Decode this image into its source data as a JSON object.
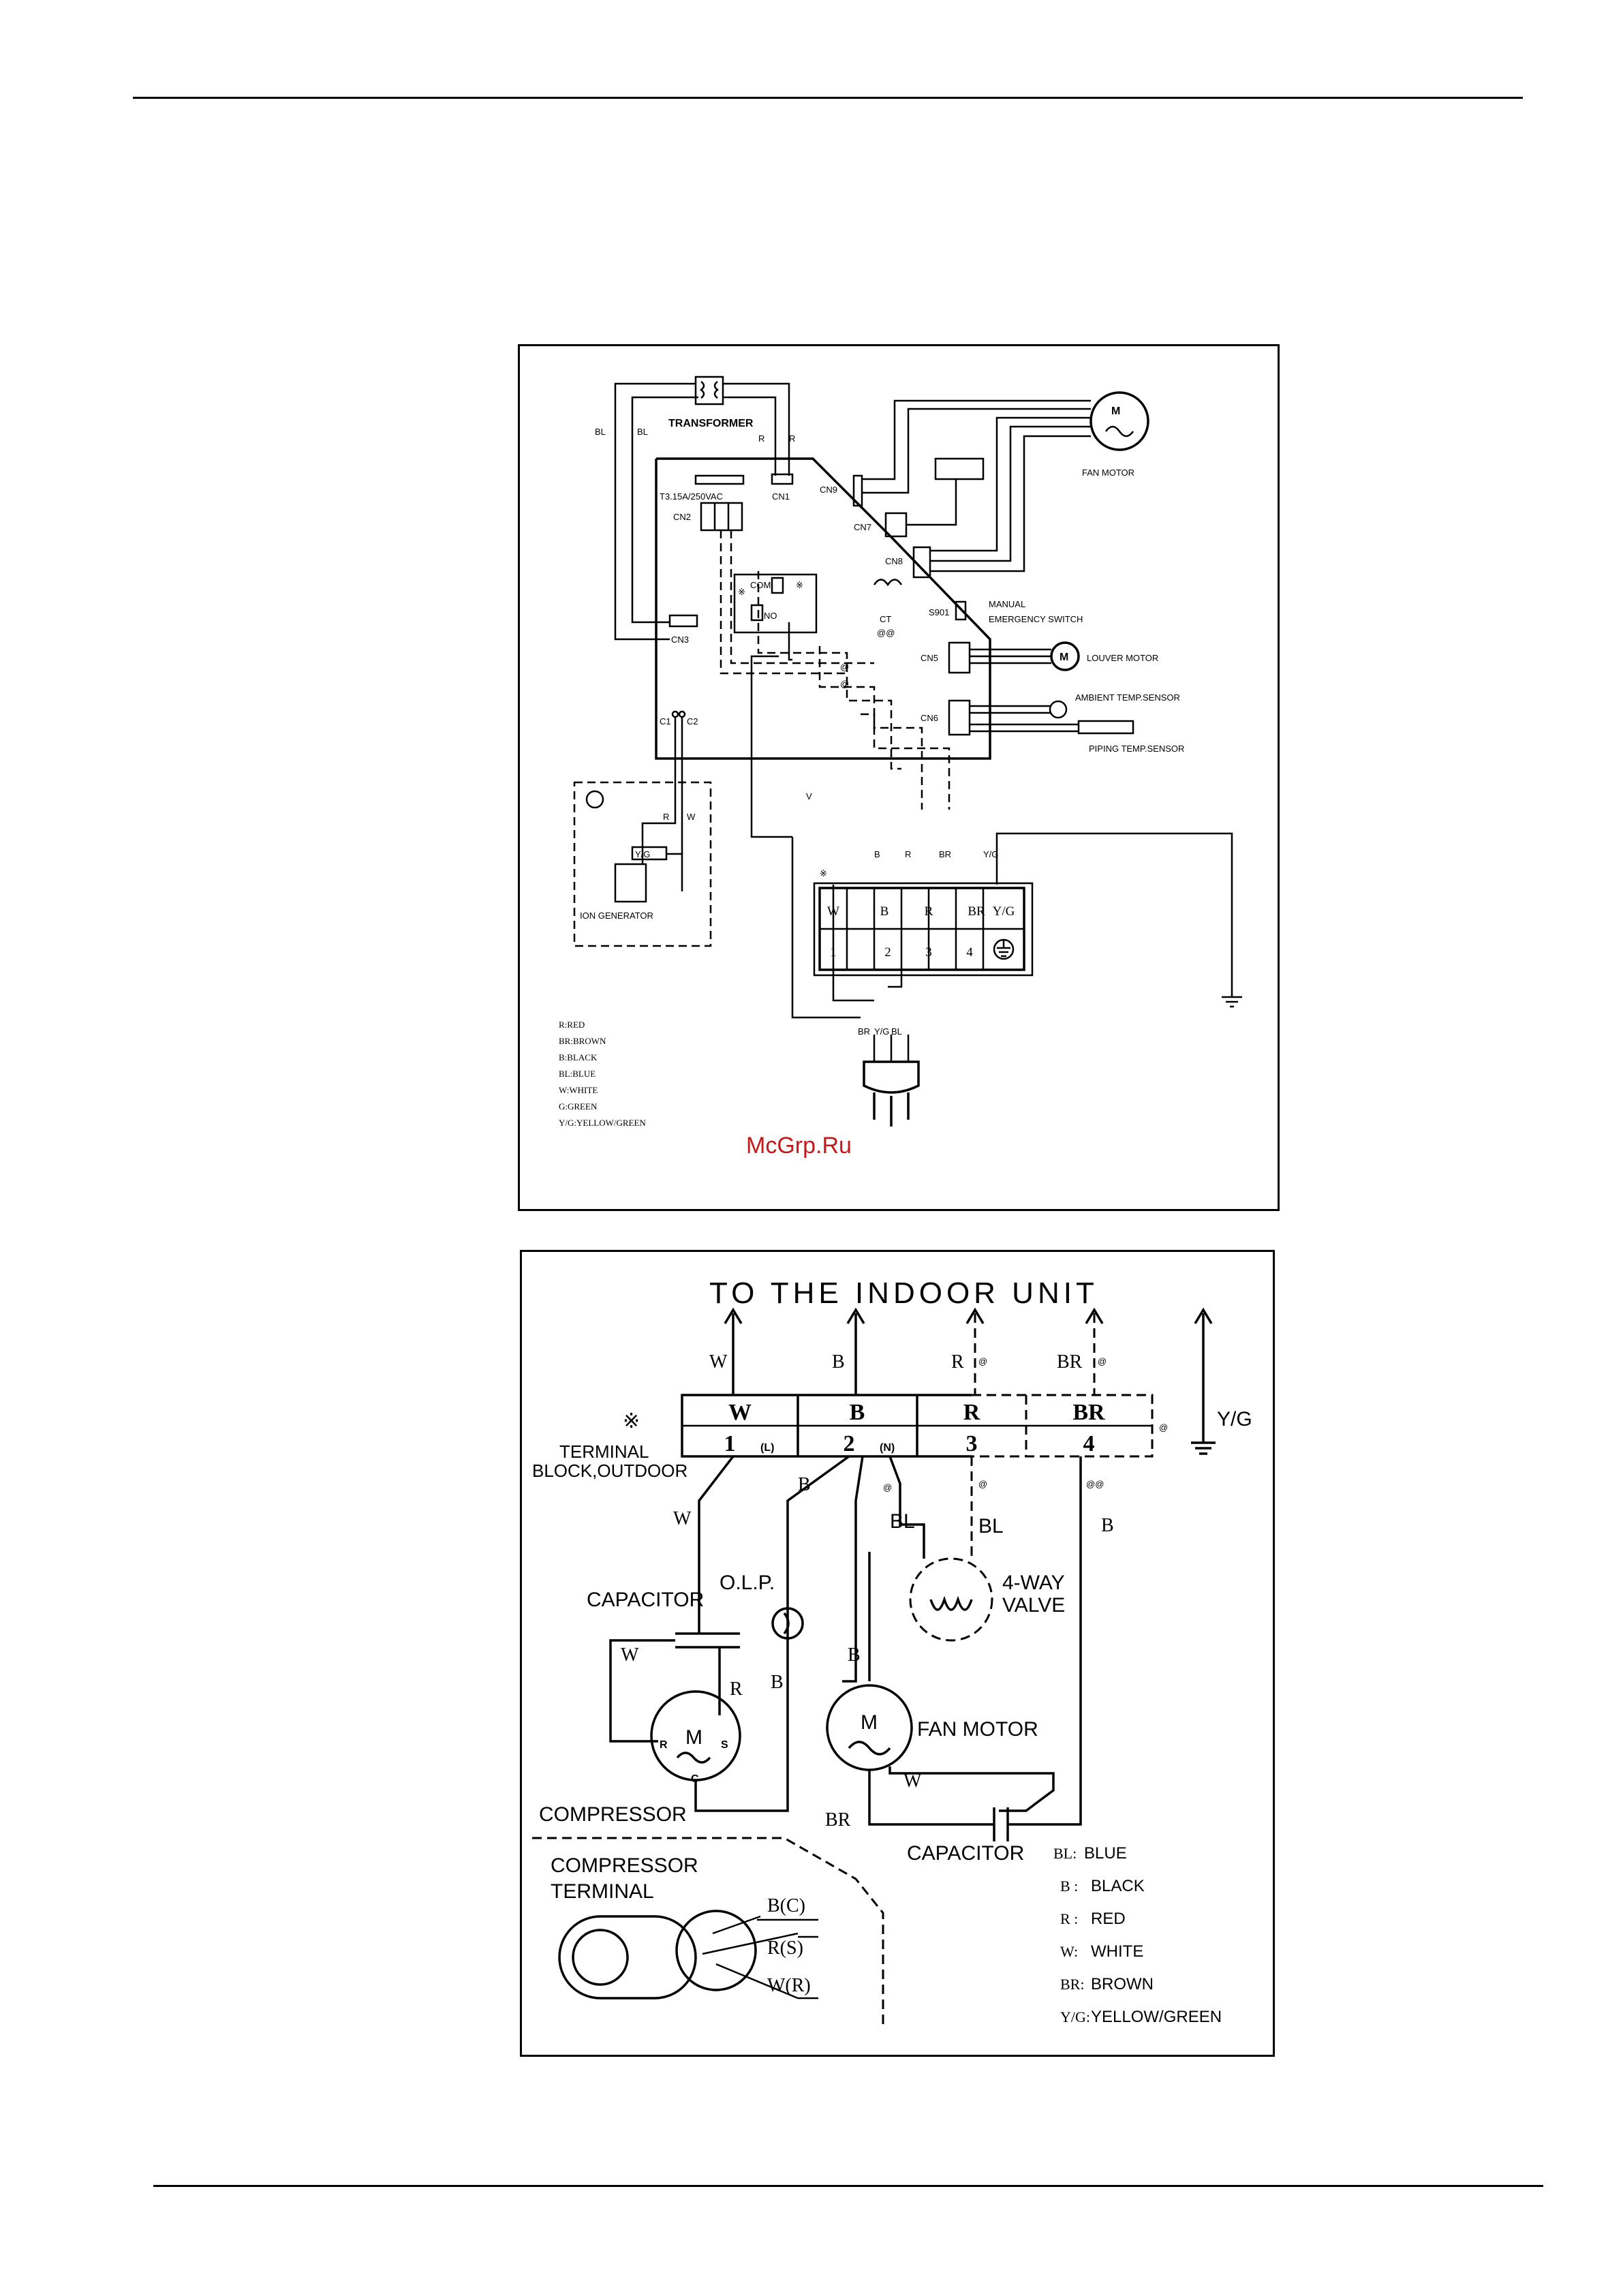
{
  "indoor": {
    "labels": {
      "transformer": "TRANSFORMER",
      "fuse": "T3.15A/250VAC",
      "cn1": "CN1",
      "cn2": "CN2",
      "cn3": "CN3",
      "cn5": "CN5",
      "cn6": "CN6",
      "cn7": "CN7",
      "cn8": "CN8",
      "cn9": "CN9",
      "fan_motor": "FAN MOTOR",
      "manual": "MANUAL",
      "emergency_switch": "EMERGENCY SWITCH",
      "s901": "S901",
      "louver_motor": "LOUVER MOTOR",
      "ambient_sensor": "AMBIENT TEMP.SENSOR",
      "piping_sensor": "PIPING TEMP.SENSOR",
      "ion_generator": "ION GENERATOR",
      "com": "COM",
      "no": "NO",
      "ct": "CT",
      "ct_mark": "@@",
      "c1": "C1",
      "c2": "C2",
      "w_bl": "BL",
      "w_bl2": "BL",
      "w_r": "R",
      "w_r2": "R",
      "w_yg": "Y/G",
      "w_r_ion": "R",
      "w_w_ion": "W",
      "w_v": "V",
      "w_b": "B",
      "w_r_term": "R",
      "w_br_term": "BR",
      "w_yg_term": "Y/G",
      "plug_br": "BR",
      "plug_yg": "Y/G",
      "plug_bl": "BL",
      "mark_at": "@",
      "mark_at2": "@",
      "mark_x": "※",
      "mark_x2": "※",
      "mark_x3": "※"
    },
    "terminal": {
      "top": [
        "W",
        "B",
        "R",
        "BR",
        "Y/G"
      ],
      "bottom": [
        "1",
        "2",
        "3",
        "4"
      ]
    },
    "legend": [
      "R:RED",
      "BR:BROWN",
      "B:BLACK",
      "BL:BLUE",
      "W:WHITE",
      "G:GREEN",
      "Y/G:YELLOW/GREEN"
    ]
  },
  "outdoor": {
    "title": "TO  THE INDOOR UNIT",
    "arrow_labels": [
      "W",
      "B",
      "R",
      "BR"
    ],
    "marks": {
      "r": "@",
      "br": "@",
      "side": "@",
      "t2": "@",
      "t3": "@",
      "t4": "@@"
    },
    "yg": "Y/G",
    "terminal_top": [
      "W",
      "B",
      "R",
      "BR"
    ],
    "terminal_bottom": [
      "1",
      "2",
      "3",
      "4"
    ],
    "terminal_suffix": [
      "(L)",
      "(N)"
    ],
    "terminal_label": [
      "TERMINAL",
      "BLOCK,OUTDOOR"
    ],
    "terminal_mark": "※",
    "capacitor": "CAPACITOR",
    "olp": "O.L.P.",
    "compressor": "COMPRESSOR",
    "motor_letters": {
      "m": "M",
      "r": "R",
      "s": "S",
      "c": "C"
    },
    "fan_motor": "FAN MOTOR",
    "fan_m": "M",
    "valve": [
      "4-WAY",
      "VALVE"
    ],
    "capacitor2": "CAPACITOR",
    "wire_labels": {
      "w1": "W",
      "b1": "B",
      "bl1": "BL",
      "bl2": "BL",
      "b_right": "B",
      "w_cap": "W",
      "r_cap": "R",
      "b_olp": "B",
      "b_fan": "B",
      "w_fan": "W",
      "br_fan": "BR"
    },
    "comp_terminal": [
      "COMPRESSOR",
      "TERMINAL"
    ],
    "comp_pins": [
      "B(C)",
      "R(S)",
      "W(R)"
    ],
    "legend": [
      {
        "k": "BL:",
        "v": "BLUE"
      },
      {
        "k": "B :",
        "v": "BLACK"
      },
      {
        "k": "R :",
        "v": "RED"
      },
      {
        "k": "W:",
        "v": "WHITE"
      },
      {
        "k": "BR:",
        "v": "BROWN"
      },
      {
        "k": "Y/G:",
        "v": "YELLOW/GREEN"
      }
    ]
  },
  "watermark": "McGrp.Ru"
}
